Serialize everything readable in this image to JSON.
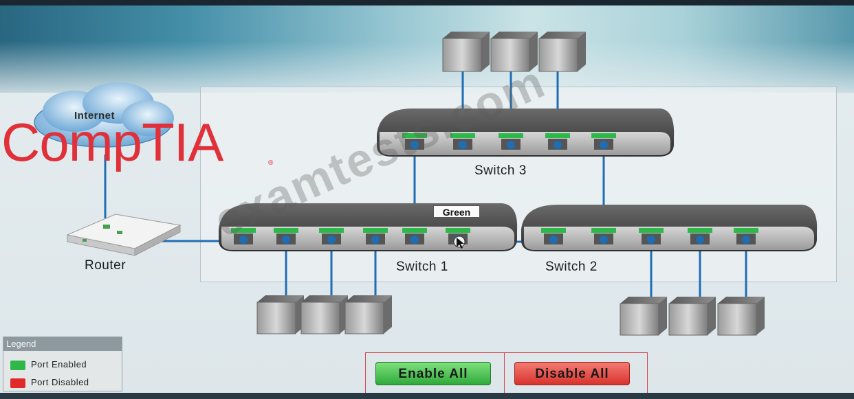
{
  "logo": {
    "text": "CompTIA",
    "mark": "®"
  },
  "watermark": "examtests.com",
  "cloud": {
    "label": "Internet"
  },
  "router": {
    "label": "Router"
  },
  "switches": [
    {
      "label": "Switch 1",
      "ports": 6
    },
    {
      "label": "Switch 2",
      "ports": 5
    },
    {
      "label": "Switch 3",
      "ports": 5
    }
  ],
  "tooltip": {
    "text": "Green"
  },
  "legend": {
    "title": "Legend",
    "items": [
      {
        "label": "Port Enabled",
        "color": "#2fb84a"
      },
      {
        "label": "Port Disabled",
        "color": "#e02a2a"
      }
    ]
  },
  "buttons": {
    "enable_all": "Enable All",
    "disable_all": "Disable All"
  },
  "colors": {
    "port_enabled": "#2fb84a",
    "cable": "#1f6db3",
    "accent_red": "#d24b52"
  }
}
